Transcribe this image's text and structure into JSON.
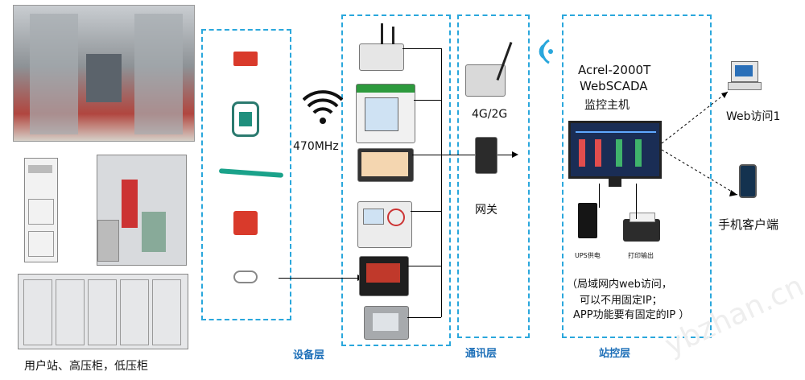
{
  "left": {
    "caption": "用户站、高压柜，低压柜"
  },
  "wireless": {
    "frequency": "470MHz"
  },
  "layers": {
    "device": "设备层",
    "comm": "通讯层",
    "station": "站控层"
  },
  "comm": {
    "network": "4G/2G",
    "gateway": "网关"
  },
  "station": {
    "title1": "Acrel-2000T",
    "title2": "WebSCADA",
    "title3": "监控主机",
    "ups": "UPS供电",
    "printer": "打印输出",
    "note1": "（局域网内web访问，",
    "note2": "可以不用固定IP；",
    "note3": "APP功能要有固定的IP ）"
  },
  "clients": {
    "web": "Web访问1",
    "mobile": "手机客户端"
  },
  "watermark": "ybzhan.cn"
}
